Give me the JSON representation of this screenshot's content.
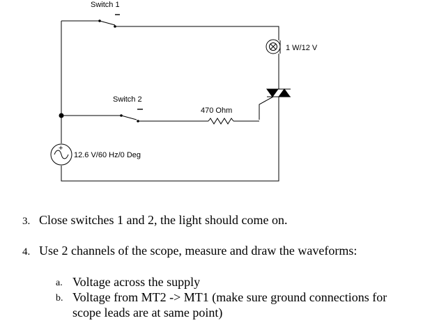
{
  "circuit": {
    "switch1_label": "Switch 1",
    "switch2_label": "Switch 2",
    "lamp_label": "1 W/12 V",
    "resistor_label": "470 Ohm",
    "source_label": "12.6 V/60 Hz/0 Deg",
    "source_plus": "+"
  },
  "steps": [
    {
      "number": "3.",
      "text": "Close switches 1 and 2, the light should come on."
    },
    {
      "number": "4.",
      "text": "Use 2 channels of the scope, measure and draw the waveforms:"
    }
  ],
  "substeps": [
    {
      "letter": "a.",
      "text": "Voltage across the supply"
    },
    {
      "letter": "b.",
      "line1": "Voltage from MT2 -> MT1 (make sure ground connections for",
      "line2": "scope leads are at same point)"
    }
  ]
}
